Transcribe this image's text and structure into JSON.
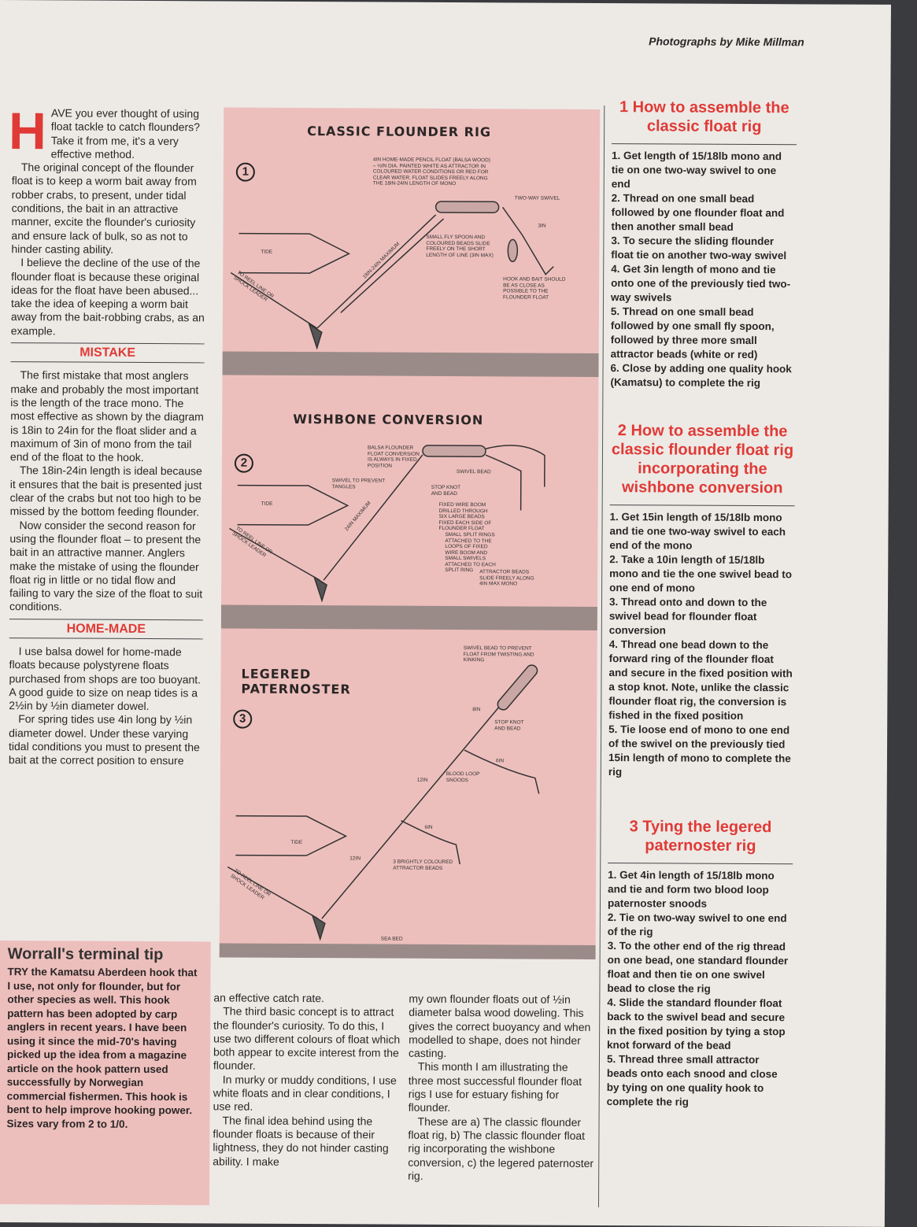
{
  "credit": "Photographs by Mike Millman",
  "intro": {
    "dropcap": "H",
    "text": "AVE you ever thought of using float tackle to catch flounders? Take it from me, it's a very effective method."
  },
  "left_paras": [
    "The original concept of the flounder float is to keep a worm bait away from robber crabs, to present, under tidal conditions, the bait in an attractive manner, excite the flounder's curiosity and ensure lack of bulk, so as not to hinder casting ability.",
    "I believe the decline of the use of the flounder float is because these original ideas for the float have been abused... take the idea of keeping a worm bait away from the bait-robbing crabs, as an example."
  ],
  "sub1": "MISTAKE",
  "mistake_paras": [
    "The first mistake that most anglers make and probably the most important is the length of the trace mono. The most effective as shown by the diagram is 18in to 24in for the float slider and a maximum of 3in of mono from the tail end of the float to the hook.",
    "The 18in-24in length is ideal because it ensures that the bait is presented just clear of the crabs but not too high to be missed by the bottom feeding flounder.",
    "Now consider the second reason for using the flounder float – to present the bait in an attractive manner. Anglers make the mistake of using the flounder float rig in little or no tidal flow and failing to vary the size of the float to suit conditions."
  ],
  "sub2": "HOME-MADE",
  "homemade_paras": [
    "I use balsa dowel for home-made floats because polystyrene floats purchased from shops are too buoyant. A good guide to size on neap tides is a 2½in by ½in diameter dowel.",
    "For spring tides use 4in long by ½in diameter dowel. Under these varying tidal conditions you must to present the bait at the correct position to ensure"
  ],
  "tip": {
    "title": "Worrall's terminal tip",
    "text": "TRY the Kamatsu Aberdeen hook that I use, not only for flounder, but for other species as well. This hook pattern has been adopted by carp anglers in recent years. I have been using it since the mid-70's having picked up the idea from a magazine article on the hook pattern used successfully by Norwegian commercial fishermen. This hook is bent to help improve hooking power. Sizes vary from 2 to 1/0."
  },
  "bottom_col1": [
    "an effective catch rate.",
    "The third basic concept is to attract the flounder's curiosity. To do this, I use two different colours of float which both appear to excite interest from the flounder.",
    "In murky or muddy conditions, I use white floats and in clear conditions, I use red.",
    "The final idea behind using the flounder floats is because of their lightness, they do not hinder casting ability. I make"
  ],
  "bottom_col2": [
    "my own flounder floats out of ½in diameter balsa wood doweling. This gives the correct buoyancy and when modelled to shape, does not hinder casting.",
    "This month I am illustrating the three most successful flounder float rigs I use for estuary fishing for flounder.",
    "These are a) The classic flounder float rig, b) The classic flounder float rig incorporating the wishbone conversion, c) the legered paternoster rig."
  ],
  "diagrams": [
    {
      "number": "1",
      "title": "CLASSIC FLOUNDER RIG",
      "labels": {
        "float": "4in HOME-MADE PENCIL FLOAT (BALSA WOOD) – ½in DIA. PAINTED WHITE AS ATTRACTOR IN COLOURED WATER CONDITIONS OR RED FOR CLEAR WATER. FLOAT SLIDES FREELY ALONG THE 18in-24in LENGTH OF MONO",
        "swivel": "TWO-WAY SWIVEL",
        "len": "3in",
        "spoon": "SMALL FLY SPOON AND COLOURED BEADS SLIDE FREELY ON THE SHORT LENGTH OF LINE (3in MAX)",
        "hook": "HOOK AND BAIT SHOULD BE AS CLOSE AS POSSIBLE TO THE FLOUNDER FLOAT",
        "max": "18in-24in MAXIMUM",
        "tide": "TIDE",
        "reel": "TO REEL LINE OR SHOCK LEADER"
      }
    },
    {
      "number": "2",
      "title": "WISHBONE CONVERSION",
      "labels": {
        "balsa": "BALSA FLOUNDER FLOAT CONVERSION IS ALWAYS IN FIXED POSITION",
        "swivelt": "SWIVEL TO PREVENT TANGLES",
        "swivelb": "SWIVEL BEAD",
        "stop": "STOP KNOT AND BEAD",
        "boom": "FIXED WIRE BOOM DRILLED THROUGH SIX LARGE BEADS FIXED EACH SIDE OF FLOUNDER FLOAT",
        "rings": "SMALL SPLIT RINGS ATTACHED TO THE LOOPS OF FIXED WIRE BOOM AND SMALL SWIVELS ATTACHED TO EACH SPLIT RING",
        "beads": "ATTRACTOR BEADS SLIDE FREELY ALONG 4in MAX MONO",
        "max": "24in MAXIMUM",
        "tide": "TIDE",
        "reel": "TO REEL LINE OR SHOCK LEADER"
      }
    },
    {
      "number": "3",
      "title": "LEGERED PATERNOSTER",
      "labels": {
        "swivel": "SWIVEL BEAD TO PREVENT FLOAT FROM TWISTING AND KINKING",
        "stop": "STOP KNOT AND BEAD",
        "blood": "BLOOD LOOP SNOODS",
        "a": "8in",
        "b": "6in",
        "c": "12in",
        "d": "6in",
        "e": "12in",
        "beads": "3 BRIGHTLY COLOURED ATTRACTOR BEADS",
        "tide": "TIDE",
        "reel": "TO REEL LINE OR SHOCK LEADER",
        "seabed": "SEA BED"
      }
    }
  ],
  "right": [
    {
      "heading": "1 How to assemble the classic float rig",
      "steps": [
        "1. Get length of 15/18lb mono and tie on one two-way swivel to one end",
        "2. Thread on one small bead followed by one flounder float and then another small bead",
        "3. To secure the sliding flounder float tie on another two-way swivel",
        "4. Get 3in length of mono and tie onto one of the previously tied two-way swivels",
        "5. Thread on one small bead followed by one small fly spoon, followed by three more small attractor beads (white or red)",
        "6. Close by adding one quality hook (Kamatsu) to complete the rig"
      ]
    },
    {
      "heading": "2 How to assemble the classic flounder float rig incorporating the wishbone conversion",
      "steps": [
        "1. Get 15in length of 15/18lb mono and tie one two-way swivel to each end of the mono",
        "2. Take a 10in length of 15/18lb mono and tie the one swivel bead to one end of mono",
        "3. Thread onto and down to the swivel bead for flounder float conversion",
        "4. Thread one bead down to the forward ring of the flounder float and secure in the fixed position with a stop knot. Note, unlike the classic flounder float rig, the conversion is fished in the fixed position",
        "5. Tie loose end of mono to one end of the swivel on the previously tied 15in length of mono to complete the rig"
      ]
    },
    {
      "heading": "3 Tying the legered paternoster rig",
      "steps": [
        "1. Get 4in length of 15/18lb mono and tie and form two blood loop paternoster snoods",
        "2. Tie on two-way swivel to one end of the rig",
        "3. To the other end of the rig thread on one bead, one standard flounder float and then tie on one swivel bead to close the rig",
        "4. Slide the standard flounder float back to the swivel bead and secure in the fixed position by tying a stop knot forward of the bead",
        "5. Thread three small attractor beads onto each snood and close by tying on one quality hook to complete the rig"
      ]
    }
  ]
}
